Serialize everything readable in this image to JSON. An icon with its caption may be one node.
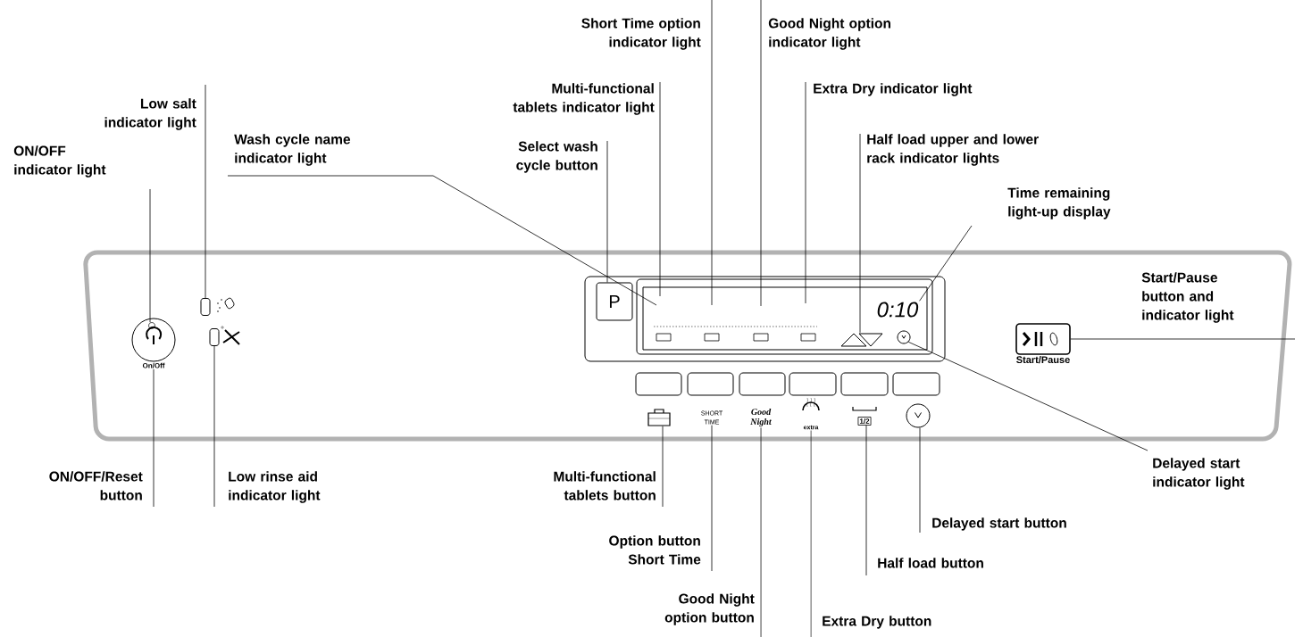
{
  "diagram": {
    "nodes": [
      {
        "text": [
          "ON/OFF indicator light"
        ]
      },
      {
        "text": [
          "Low salt indicator light"
        ]
      },
      {
        "text": [
          "Wash cycle name indicator light"
        ]
      },
      {
        "text": [
          "Select wash cycle button"
        ]
      },
      {
        "text": [
          "Multi-functional tablets indicator light"
        ]
      },
      {
        "text": [
          "Short Time option indicator light"
        ]
      },
      {
        "text": [
          "Good Night option indicator light"
        ]
      },
      {
        "text": [
          "Extra Dry indicator light"
        ]
      },
      {
        "text": [
          "Half load upper and lower rack indicator lights"
        ]
      },
      {
        "text": [
          "Time remaining light-up display"
        ]
      },
      {
        "text": [
          "Start/Pause button and indicator light"
        ]
      },
      {
        "text": [
          "On/Off"
        ]
      },
      {
        "text": [],
        "shape": "circle",
        "in": 11
      },
      {
        "text": [],
        "shape": "box"
      },
      {
        "text": [],
        "shape": "box"
      },
      {
        "text": [
          "P"
        ]
      },
      {
        "text": [],
        "shape": "box"
      },
      {
        "text": [
          "0:10"
        ],
        "in": 16
      },
      {
        "text": [],
        "shape": "triangle",
        "in": 16
      },
      {
        "text": [],
        "shape": "clock",
        "in": 16
      },
      {
        "text": [
          "Start/Pause"
        ]
      },
      {
        "text": [],
        "shape": "briefcase"
      },
      {
        "text": [
          "SHORT TIME"
        ]
      },
      {
        "text": [
          "Good Night"
        ]
      },
      {
        "text": [
          "extra"
        ]
      },
      {
        "text": [
          "1/2"
        ]
      },
      {
        "text": [],
        "shape": "clock"
      },
      {
        "text": [
          "ON/OFF/Reset button"
        ]
      },
      {
        "text": [
          "Low rinse aid indicator light"
        ]
      },
      {
        "text": [
          "Multi-functional tablets button"
        ]
      },
      {
        "text": [
          "Option button Short Time"
        ]
      },
      {
        "text": [
          "Good Night option button"
        ]
      },
      {
        "text": [
          "Extra Dry button"
        ]
      },
      {
        "text": [
          "Half load button"
        ]
      },
      {
        "text": [
          "Delayed start button"
        ]
      },
      {
        "text": [
          "Delayed start indicator light"
        ]
      }
    ],
    "edges": [
      {
        "from": 0,
        "to": 12,
        "arrow": "none"
      },
      {
        "from": 1,
        "to": 13,
        "arrow": "none"
      },
      {
        "from": 2,
        "to": null,
        "arrow": "none"
      },
      {
        "from": 3,
        "to": 15,
        "arrow": "none"
      },
      {
        "from": 4,
        "to": null,
        "arrow": "none"
      },
      {
        "from": 5,
        "to": null,
        "arrow": "none"
      },
      {
        "from": 6,
        "to": null,
        "arrow": "none"
      },
      {
        "from": 7,
        "to": null,
        "arrow": "none"
      },
      {
        "from": 8,
        "to": 18,
        "arrow": "none"
      },
      {
        "from": 9,
        "to": 17,
        "arrow": "none"
      },
      {
        "from": 10,
        "to": 20,
        "arrow": "none"
      },
      {
        "from": 27,
        "to": 11,
        "arrow": "none"
      },
      {
        "from": 28,
        "to": 14,
        "arrow": "none"
      },
      {
        "from": 29,
        "to": 21,
        "arrow": "none"
      },
      {
        "from": 30,
        "to": 22,
        "arrow": "none"
      },
      {
        "from": 31,
        "to": 23,
        "arrow": "none"
      },
      {
        "from": 32,
        "to": 24,
        "arrow": "none"
      },
      {
        "from": 33,
        "to": 25,
        "arrow": "none"
      },
      {
        "from": 34,
        "to": 26,
        "arrow": "none"
      },
      {
        "from": 35,
        "to": 19,
        "arrow": "none"
      }
    ]
  }
}
